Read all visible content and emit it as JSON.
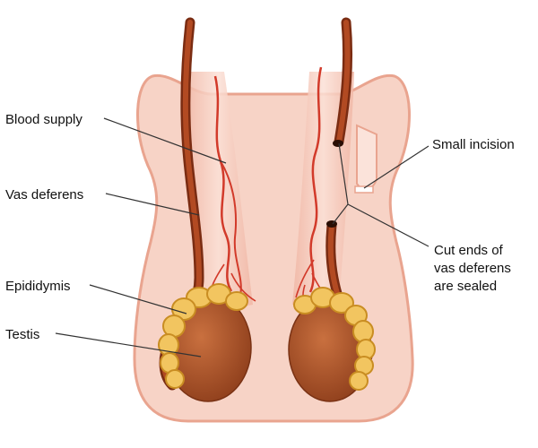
{
  "labels": {
    "blood_supply": "Blood supply",
    "vas_deferens": "Vas deferens",
    "epididymis": "Epididymis",
    "testis": "Testis",
    "small_incision": "Small incision",
    "cut_ends_line1": "Cut ends of",
    "cut_ends_line2": "vas deferens",
    "cut_ends_line3": "are sealed"
  },
  "colors": {
    "scrotum_fill": "#f7d3c6",
    "scrotum_outline": "#e9a48f",
    "inner_fill": "#fbe3da",
    "vas_deferens": "#a8421e",
    "vas_dark": "#7a2c12",
    "blood_vessel": "#d23a2a",
    "testis": "#b0552a",
    "epididymis": "#f2c560",
    "epididymis_outline": "#c98d22",
    "leader_line": "#333333"
  }
}
